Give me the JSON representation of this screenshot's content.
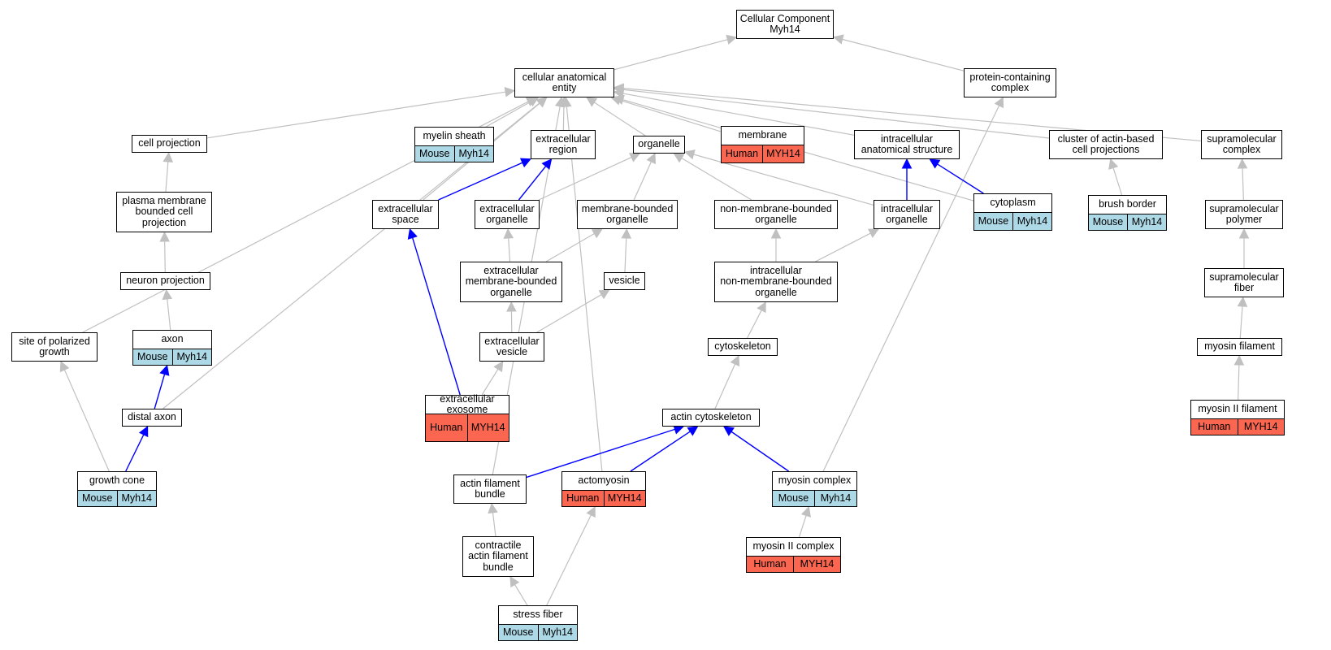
{
  "title": "Cellular Component\nMyh14",
  "colors": {
    "mouse": "#add8e6",
    "human": "#fa6650",
    "edge_is_a": "#c0c0c0",
    "edge_part_of": "#0000ff"
  },
  "nodes": [
    {
      "id": "root",
      "label": "Cellular Component\nMyh14"
    },
    {
      "id": "cae",
      "label": "cellular anatomical\nentity"
    },
    {
      "id": "pcc",
      "label": "protein-containing\ncomplex"
    },
    {
      "id": "cellproj",
      "label": "cell projection"
    },
    {
      "id": "myelin",
      "label": "myelin sheath",
      "ann": {
        "species": "Mouse",
        "gene": "Myh14"
      }
    },
    {
      "id": "ecreg",
      "label": "extracellular\nregion"
    },
    {
      "id": "organelle",
      "label": "organelle"
    },
    {
      "id": "membrane",
      "label": "membrane",
      "ann": {
        "species": "Human",
        "gene": "MYH14"
      }
    },
    {
      "id": "ias",
      "label": "intracellular\nanatomical structure"
    },
    {
      "id": "cluster",
      "label": "cluster of actin-based\ncell projections"
    },
    {
      "id": "supcomplex",
      "label": "supramolecular\ncomplex"
    },
    {
      "id": "pmbcp",
      "label": "plasma membrane\nbounded cell\nprojection"
    },
    {
      "id": "ecspace",
      "label": "extracellular\nspace"
    },
    {
      "id": "ecorg",
      "label": "extracellular\norganelle"
    },
    {
      "id": "mbo",
      "label": "membrane-bounded\norganelle"
    },
    {
      "id": "nmbo",
      "label": "non-membrane-bounded\norganelle"
    },
    {
      "id": "intorg",
      "label": "intracellular\norganelle"
    },
    {
      "id": "cytoplasm",
      "label": "cytoplasm",
      "ann": {
        "species": "Mouse",
        "gene": "Myh14"
      }
    },
    {
      "id": "brush",
      "label": "brush border",
      "ann": {
        "species": "Mouse",
        "gene": "Myh14"
      }
    },
    {
      "id": "suppoly",
      "label": "supramolecular\npolymer"
    },
    {
      "id": "neuronproj",
      "label": "neuron projection"
    },
    {
      "id": "ecmbo",
      "label": "extracellular\nmembrane-bounded\norganelle"
    },
    {
      "id": "vesicle",
      "label": "vesicle"
    },
    {
      "id": "inmbo",
      "label": "intracellular\nnon-membrane-bounded\norganelle"
    },
    {
      "id": "supfiber",
      "label": "supramolecular\nfiber"
    },
    {
      "id": "axon",
      "label": "axon",
      "ann": {
        "species": "Mouse",
        "gene": "Myh14"
      }
    },
    {
      "id": "sitepol",
      "label": "site of polarized\ngrowth"
    },
    {
      "id": "ecves",
      "label": "extracellular\nvesicle"
    },
    {
      "id": "cytoskeleton",
      "label": "cytoskeleton"
    },
    {
      "id": "myofil",
      "label": "myosin filament"
    },
    {
      "id": "distaxon",
      "label": "distal axon"
    },
    {
      "id": "exosome",
      "label": "extracellular\nexosome",
      "ann": {
        "species": "Human",
        "gene": "MYH14"
      }
    },
    {
      "id": "myo2fil",
      "label": "myosin II filament",
      "ann": {
        "species": "Human",
        "gene": "MYH14"
      }
    },
    {
      "id": "actincyto",
      "label": "actin cytoskeleton"
    },
    {
      "id": "growthcone",
      "label": "growth cone",
      "ann": {
        "species": "Mouse",
        "gene": "Myh14"
      }
    },
    {
      "id": "afb",
      "label": "actin filament\nbundle"
    },
    {
      "id": "actomyosin",
      "label": "actomyosin",
      "ann": {
        "species": "Human",
        "gene": "MYH14"
      }
    },
    {
      "id": "myocomplex",
      "label": "myosin complex",
      "ann": {
        "species": "Mouse",
        "gene": "Myh14"
      }
    },
    {
      "id": "cafb",
      "label": "contractile\nactin filament\nbundle"
    },
    {
      "id": "myo2complex",
      "label": "myosin II complex",
      "ann": {
        "species": "Human",
        "gene": "MYH14"
      }
    },
    {
      "id": "stressfiber",
      "label": "stress fiber",
      "ann": {
        "species": "Mouse",
        "gene": "Myh14"
      }
    }
  ],
  "edges": [
    {
      "from": "cae",
      "to": "root",
      "type": "is_a"
    },
    {
      "from": "pcc",
      "to": "root",
      "type": "is_a"
    },
    {
      "from": "cellproj",
      "to": "cae",
      "type": "is_a"
    },
    {
      "from": "myelin",
      "to": "cae",
      "type": "is_a"
    },
    {
      "from": "ecreg",
      "to": "cae",
      "type": "is_a"
    },
    {
      "from": "organelle",
      "to": "cae",
      "type": "is_a"
    },
    {
      "from": "membrane",
      "to": "cae",
      "type": "is_a"
    },
    {
      "from": "ias",
      "to": "cae",
      "type": "is_a"
    },
    {
      "from": "cluster",
      "to": "cae",
      "type": "is_a"
    },
    {
      "from": "supcomplex",
      "to": "cae",
      "type": "is_a"
    },
    {
      "from": "sitepol",
      "to": "cae",
      "type": "is_a"
    },
    {
      "from": "distaxon",
      "to": "cae",
      "type": "is_a"
    },
    {
      "from": "ecspace",
      "to": "cae",
      "type": "is_a"
    },
    {
      "from": "afb",
      "to": "cae",
      "type": "is_a"
    },
    {
      "from": "actomyosin",
      "to": "cae",
      "type": "is_a"
    },
    {
      "from": "cytoplasm",
      "to": "cae",
      "type": "is_a"
    },
    {
      "from": "myocomplex",
      "to": "pcc",
      "type": "is_a"
    },
    {
      "from": "pmbcp",
      "to": "cellproj",
      "type": "is_a"
    },
    {
      "from": "neuronproj",
      "to": "pmbcp",
      "type": "is_a"
    },
    {
      "from": "axon",
      "to": "neuronproj",
      "type": "is_a"
    },
    {
      "from": "distaxon",
      "to": "axon",
      "type": "part_of"
    },
    {
      "from": "growthcone",
      "to": "distaxon",
      "type": "part_of"
    },
    {
      "from": "growthcone",
      "to": "sitepol",
      "type": "is_a"
    },
    {
      "from": "ecspace",
      "to": "ecreg",
      "type": "part_of"
    },
    {
      "from": "ecorg",
      "to": "ecreg",
      "type": "part_of"
    },
    {
      "from": "ecorg",
      "to": "organelle",
      "type": "is_a"
    },
    {
      "from": "mbo",
      "to": "organelle",
      "type": "is_a"
    },
    {
      "from": "nmbo",
      "to": "organelle",
      "type": "is_a"
    },
    {
      "from": "intorg",
      "to": "organelle",
      "type": "is_a"
    },
    {
      "from": "intorg",
      "to": "ias",
      "type": "part_of"
    },
    {
      "from": "cytoplasm",
      "to": "ias",
      "type": "part_of"
    },
    {
      "from": "brush",
      "to": "cluster",
      "type": "is_a"
    },
    {
      "from": "suppoly",
      "to": "supcomplex",
      "type": "is_a"
    },
    {
      "from": "supfiber",
      "to": "suppoly",
      "type": "is_a"
    },
    {
      "from": "myofil",
      "to": "supfiber",
      "type": "is_a"
    },
    {
      "from": "myo2fil",
      "to": "myofil",
      "type": "is_a"
    },
    {
      "from": "ecmbo",
      "to": "ecorg",
      "type": "is_a"
    },
    {
      "from": "ecmbo",
      "to": "mbo",
      "type": "is_a"
    },
    {
      "from": "vesicle",
      "to": "mbo",
      "type": "is_a"
    },
    {
      "from": "ecves",
      "to": "ecmbo",
      "type": "is_a"
    },
    {
      "from": "ecves",
      "to": "vesicle",
      "type": "is_a"
    },
    {
      "from": "exosome",
      "to": "ecves",
      "type": "is_a"
    },
    {
      "from": "exosome",
      "to": "ecspace",
      "type": "part_of"
    },
    {
      "from": "inmbo",
      "to": "nmbo",
      "type": "is_a"
    },
    {
      "from": "inmbo",
      "to": "intorg",
      "type": "is_a"
    },
    {
      "from": "cytoskeleton",
      "to": "inmbo",
      "type": "is_a"
    },
    {
      "from": "actincyto",
      "to": "cytoskeleton",
      "type": "is_a"
    },
    {
      "from": "afb",
      "to": "actincyto",
      "type": "part_of"
    },
    {
      "from": "actomyosin",
      "to": "actincyto",
      "type": "part_of"
    },
    {
      "from": "myocomplex",
      "to": "actincyto",
      "type": "part_of"
    },
    {
      "from": "cafb",
      "to": "afb",
      "type": "is_a"
    },
    {
      "from": "myo2complex",
      "to": "myocomplex",
      "type": "is_a"
    },
    {
      "from": "stressfiber",
      "to": "cafb",
      "type": "is_a"
    },
    {
      "from": "stressfiber",
      "to": "actomyosin",
      "type": "is_a"
    }
  ]
}
